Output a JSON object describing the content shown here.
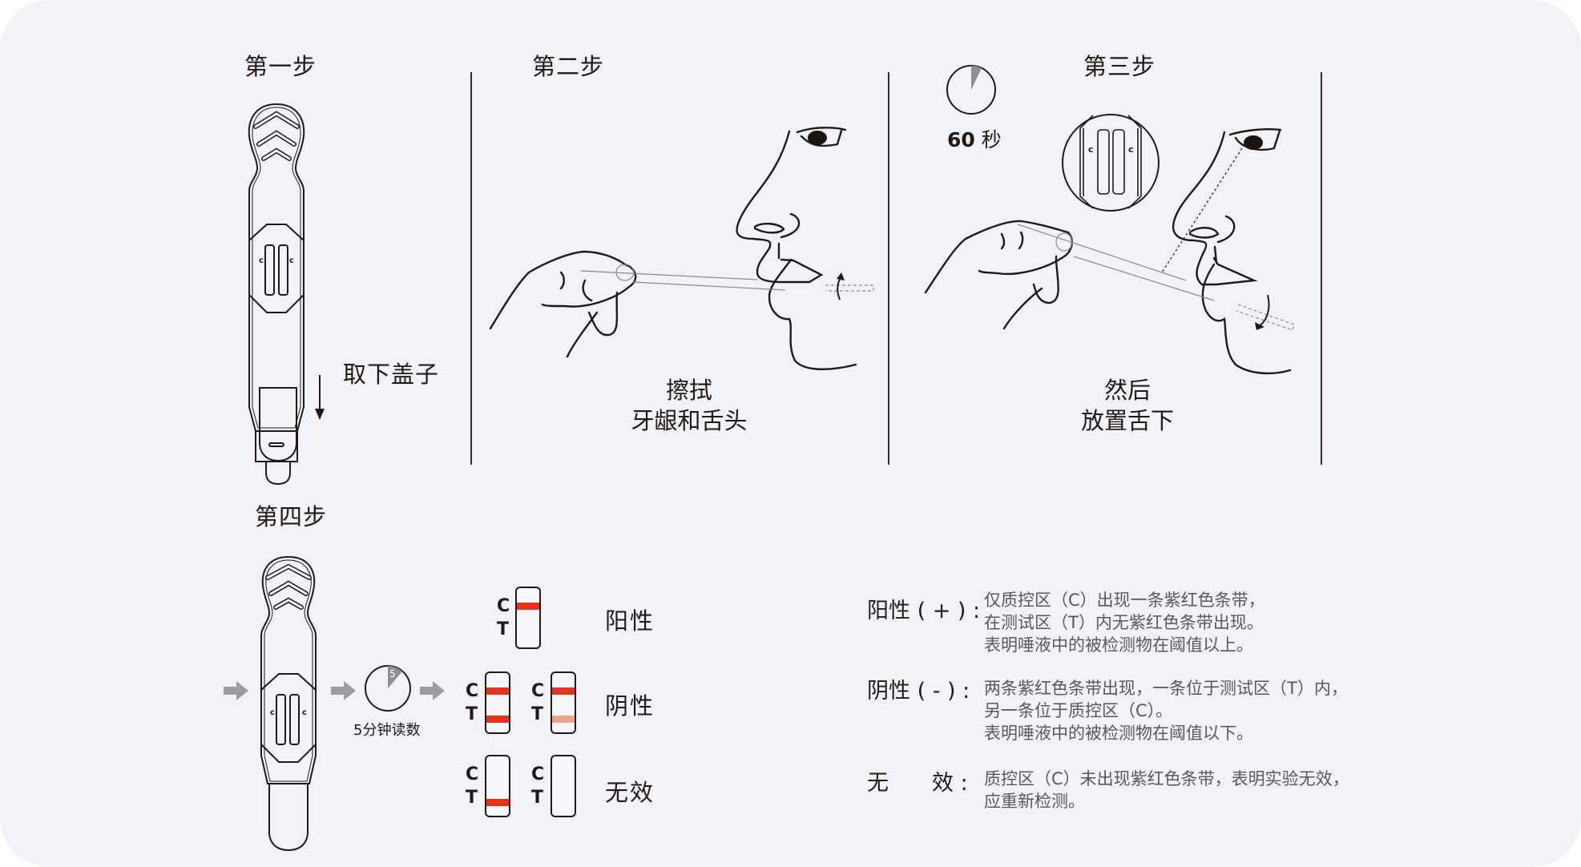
{
  "colors": {
    "background": "#f2f3f9",
    "ink": "#231815",
    "band_strong": "#e5361c",
    "band_faint": "#f0a486",
    "arrow_gray": "#9d9d9d",
    "body_text": "#595757"
  },
  "steps": [
    {
      "heading": "第一步",
      "caption": "取下盖子",
      "icon": "test-device-remove-cap"
    },
    {
      "heading": "第二步",
      "caption_lines": [
        "擦拭",
        "牙龈和舌头"
      ],
      "icon": "swab-gums-tongue"
    },
    {
      "heading": "第三步",
      "caption_lines": [
        "然后",
        "放置舌下"
      ],
      "icon": "place-under-tongue",
      "timer": {
        "value": "60",
        "unit": "秒"
      },
      "magnifier_labels": [
        "c",
        "c"
      ]
    },
    {
      "heading": "第四步",
      "timer": {
        "value": "5",
        "label": "5分钟读数"
      },
      "device_labels": [
        "c",
        "c"
      ]
    }
  ],
  "device_labels": [
    "c",
    "c"
  ],
  "results": {
    "strip_letters": {
      "c": "C",
      "t": "T"
    },
    "positive": {
      "label": "阳性",
      "strips": [
        {
          "c_band": true,
          "t_band": false
        }
      ]
    },
    "negative": {
      "label": "阴性",
      "strips": [
        {
          "c_band": true,
          "t_band": true,
          "t_faint": false
        },
        {
          "c_band": true,
          "t_band": true,
          "t_faint": true
        }
      ]
    },
    "invalid": {
      "label": "无效",
      "strips": [
        {
          "c_band": false,
          "t_band": true
        },
        {
          "c_band": false,
          "t_band": false
        }
      ]
    }
  },
  "descriptions": [
    {
      "label": "阳性 ( + ) :",
      "lines": [
        "仅质控区（C）出现一条紫红色条带，",
        "在测试区（T）内无紫红色条带出现。",
        "表明唾液中的被检测物在阈值以上。"
      ]
    },
    {
      "label": "阴性 ( - ) :",
      "lines": [
        "两条紫红色条带出现，一条位于测试区（T）内，",
        "另一条位于质控区（C）。",
        "表明唾液中的被检测物在阈值以下。"
      ]
    },
    {
      "label": "无　　效 :",
      "lines": [
        "质控区（C）未出现紫红色条带，表明实验无效，",
        "应重新检测。"
      ]
    }
  ]
}
